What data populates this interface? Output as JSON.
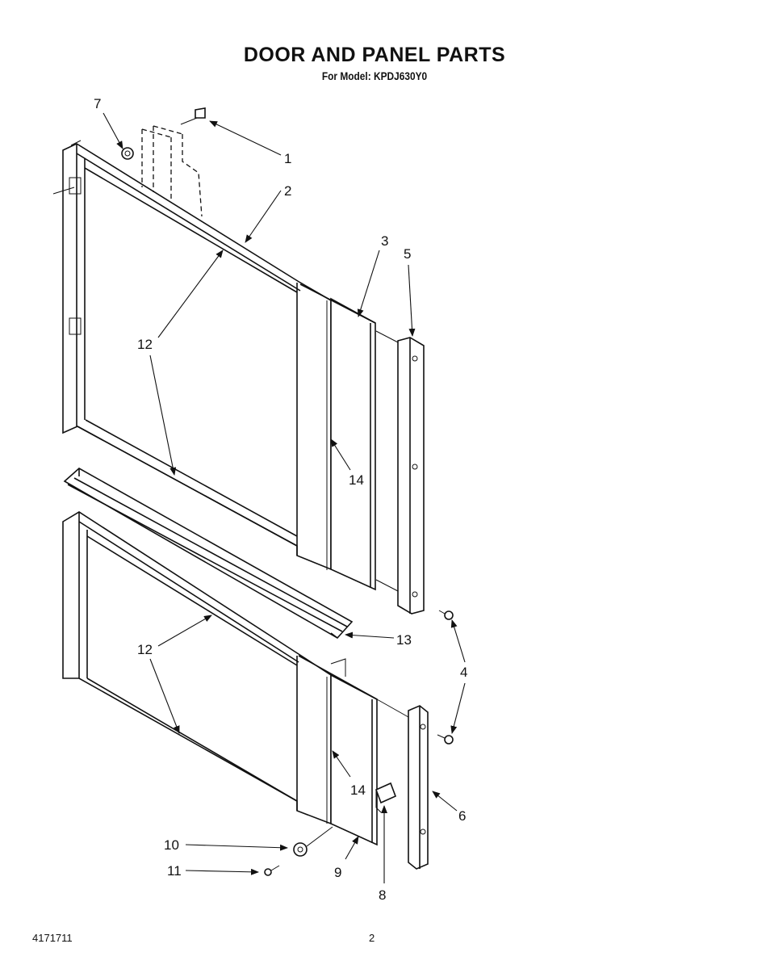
{
  "header": {
    "title": "DOOR AND PANEL PARTS",
    "subtitle": "For Model: KPDJ630Y0"
  },
  "callouts": [
    "1",
    "2",
    "3",
    "4",
    "5",
    "6",
    "7",
    "8",
    "9",
    "10",
    "11",
    "12",
    "12",
    "13",
    "14",
    "14"
  ],
  "footer": {
    "doc_number": "4171711",
    "page_number": "2"
  }
}
